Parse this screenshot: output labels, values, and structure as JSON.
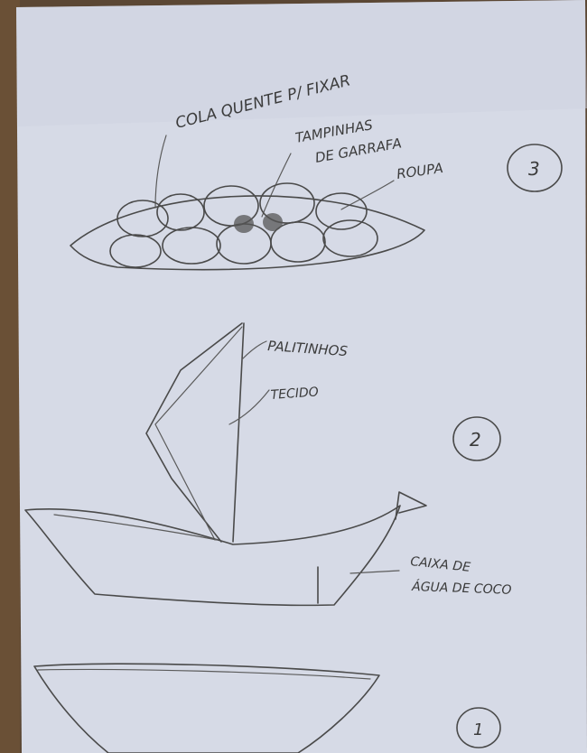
{
  "sketch": {
    "step_3": {
      "number": "3",
      "labels": {
        "glue": "COLA QUENTE P/ FIXAR",
        "caps_line1": "TAMPINHAS",
        "caps_line2": "DE GARRAFA",
        "clothes": "ROUPA"
      }
    },
    "step_2": {
      "number": "2",
      "labels": {
        "sticks": "PALITINHOS",
        "fabric": "TECIDO",
        "box_line1": "CAIXA DE",
        "box_line2": "ÁGUA DE COCO"
      }
    },
    "step_1": {
      "number": "1"
    }
  }
}
